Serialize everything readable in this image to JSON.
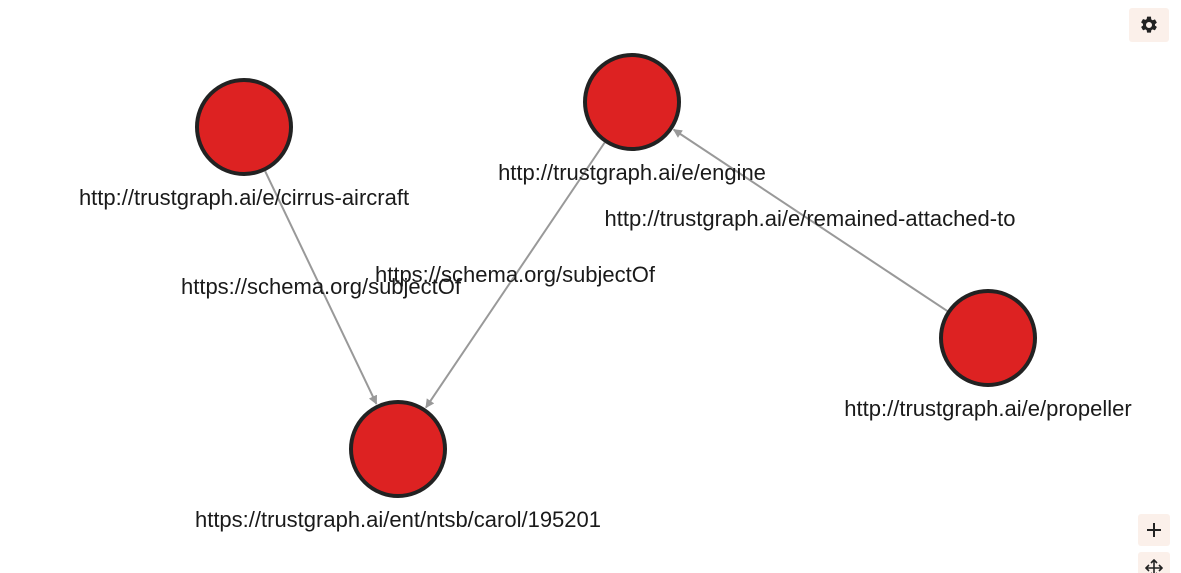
{
  "graph": {
    "nodes": [
      {
        "id": "cirrus",
        "label": "http://trustgraph.ai/e/cirrus-aircraft"
      },
      {
        "id": "engine",
        "label": "http://trustgraph.ai/e/engine"
      },
      {
        "id": "propeller",
        "label": "http://trustgraph.ai/e/propeller"
      },
      {
        "id": "carol",
        "label": "https://trustgraph.ai/ent/ntsb/carol/195201"
      }
    ],
    "edges": [
      {
        "from": "cirrus",
        "to": "carol",
        "label": "https://schema.org/subjectOf"
      },
      {
        "from": "engine",
        "to": "carol",
        "label": "https://schema.org/subjectOf"
      },
      {
        "from": "propeller",
        "to": "engine",
        "label": "http://trustgraph.ai/e/remained-attached-to"
      }
    ],
    "node_color": "#dd2222",
    "node_border_color": "#222222",
    "edge_color": "#999999"
  },
  "controls": {
    "settings_icon": "gear-icon",
    "zoom_in_icon": "plus-icon",
    "fit_icon": "fit-view-icon"
  }
}
